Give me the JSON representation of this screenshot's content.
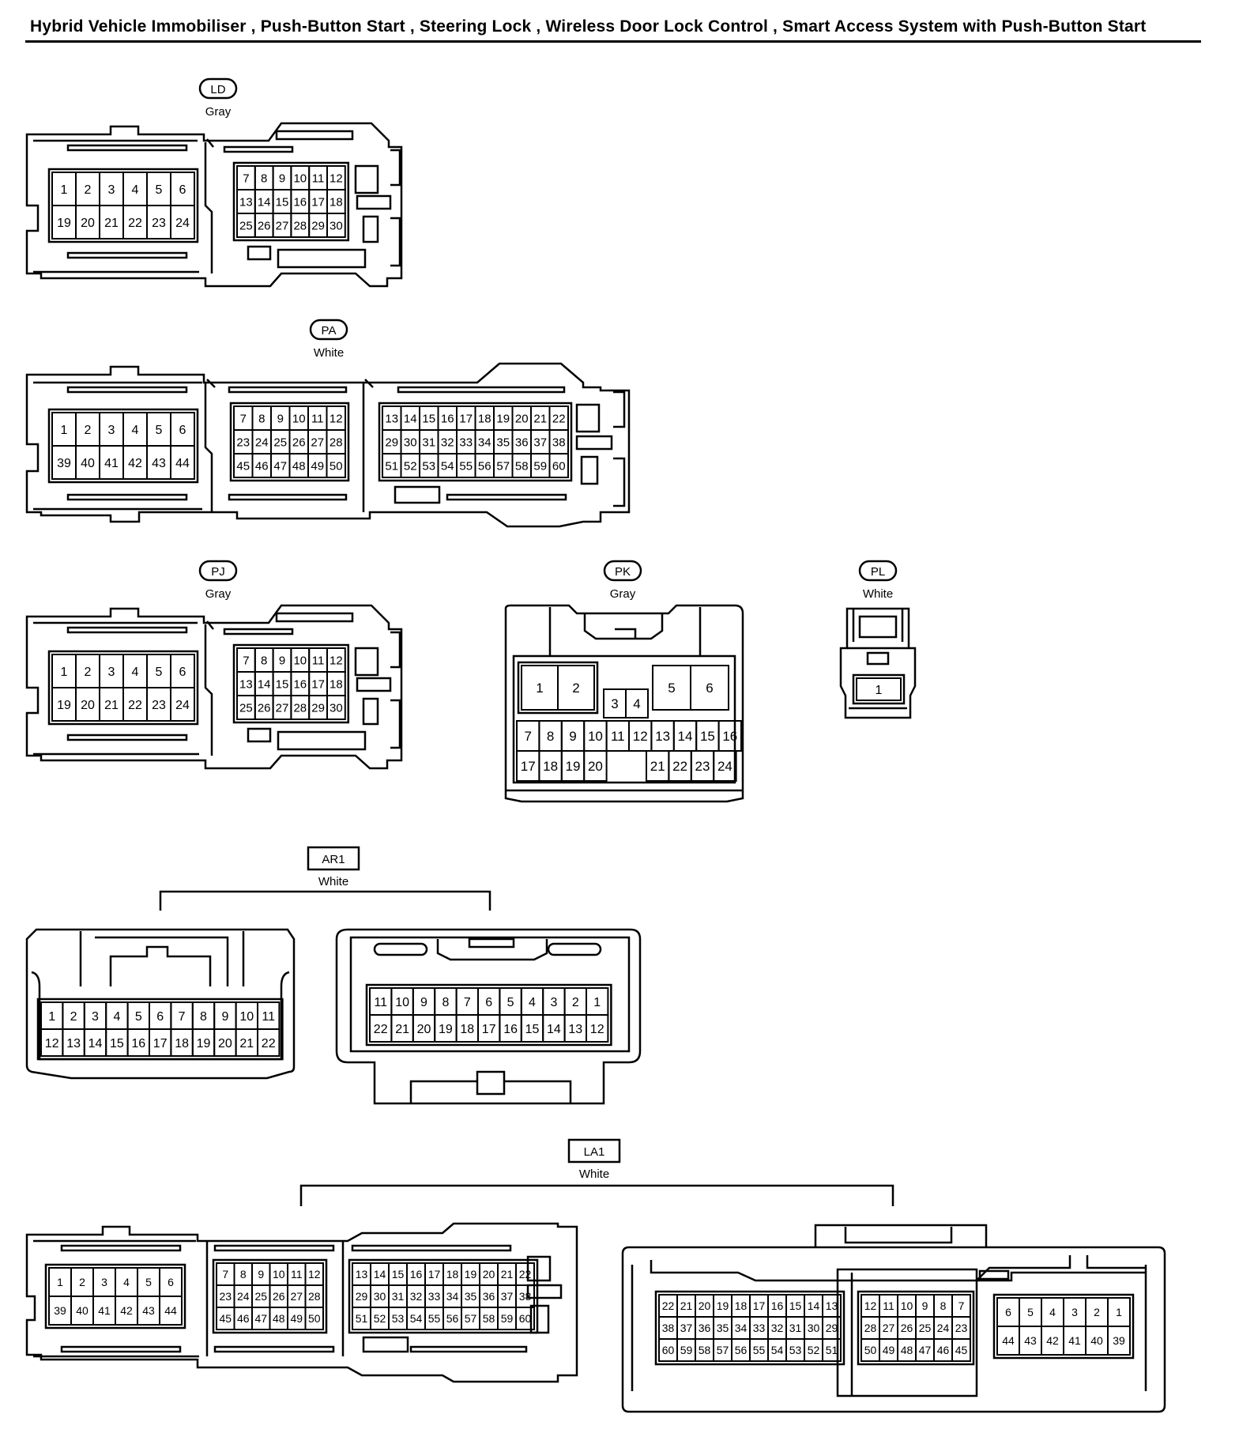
{
  "title": "Hybrid Vehicle Immobiliser , Push-Button Start , Steering Lock , Wireless Door Lock Control , Smart Access System with Push-Button Start",
  "connectors": {
    "LD": {
      "code": "LD",
      "color": "Gray",
      "pins": [
        [
          1,
          2,
          3,
          4,
          5,
          6
        ],
        [
          19,
          20,
          21,
          22,
          23,
          24
        ],
        [
          7,
          8,
          9,
          10,
          11,
          12
        ],
        [
          13,
          14,
          15,
          16,
          17,
          18
        ],
        [
          25,
          26,
          27,
          28,
          29,
          30
        ]
      ]
    },
    "PA": {
      "code": "PA",
      "color": "White",
      "pins": [
        [
          1,
          2,
          3,
          4,
          5,
          6
        ],
        [
          39,
          40,
          41,
          42,
          43,
          44
        ],
        [
          7,
          8,
          9,
          10,
          11,
          12
        ],
        [
          23,
          24,
          25,
          26,
          27,
          28
        ],
        [
          45,
          46,
          47,
          48,
          49,
          50
        ],
        [
          13,
          14,
          15,
          16,
          17,
          18,
          19,
          20,
          21,
          22
        ],
        [
          29,
          30,
          31,
          32,
          33,
          34,
          35,
          36,
          37,
          38
        ],
        [
          51,
          52,
          53,
          54,
          55,
          56,
          57,
          58,
          59,
          60
        ]
      ]
    },
    "PJ": {
      "code": "PJ",
      "color": "Gray",
      "pins": [
        [
          1,
          2,
          3,
          4,
          5,
          6
        ],
        [
          19,
          20,
          21,
          22,
          23,
          24
        ],
        [
          7,
          8,
          9,
          10,
          11,
          12
        ],
        [
          13,
          14,
          15,
          16,
          17,
          18
        ],
        [
          25,
          26,
          27,
          28,
          29,
          30
        ]
      ]
    },
    "PK": {
      "code": "PK",
      "color": "Gray",
      "pins": [
        [
          1,
          2
        ],
        [
          3,
          4
        ],
        [
          5,
          6
        ],
        [
          7,
          8,
          9,
          10,
          11,
          12,
          13,
          14,
          15,
          16
        ],
        [
          17,
          18,
          19,
          20
        ],
        [
          21,
          22,
          23,
          24
        ]
      ]
    },
    "PL": {
      "code": "PL",
      "color": "White",
      "pins": [
        [
          1
        ]
      ]
    },
    "AR1": {
      "code": "AR1",
      "color": "White",
      "pins": [
        [
          1,
          2,
          3,
          4,
          5,
          6,
          7,
          8,
          9,
          10,
          11
        ],
        [
          12,
          13,
          14,
          15,
          16,
          17,
          18,
          19,
          20,
          21,
          22
        ],
        [
          11,
          10,
          9,
          8,
          7,
          6,
          5,
          4,
          3,
          2,
          1
        ],
        [
          22,
          21,
          20,
          19,
          18,
          17,
          16,
          15,
          14,
          13,
          12
        ]
      ]
    },
    "LA1": {
      "code": "LA1",
      "color": "White",
      "pins": [
        [
          1,
          2,
          3,
          4,
          5,
          6
        ],
        [
          39,
          40,
          41,
          42,
          43,
          44
        ],
        [
          7,
          8,
          9,
          10,
          11,
          12
        ],
        [
          23,
          24,
          25,
          26,
          27,
          28
        ],
        [
          45,
          46,
          47,
          48,
          49,
          50
        ],
        [
          13,
          14,
          15,
          16,
          17,
          18,
          19,
          20,
          21,
          22
        ],
        [
          29,
          30,
          31,
          32,
          33,
          34,
          35,
          36,
          37,
          38
        ],
        [
          51,
          52,
          53,
          54,
          55,
          56,
          57,
          58,
          59,
          60
        ],
        [
          22,
          21,
          20,
          19,
          18,
          17,
          16,
          15,
          14,
          13
        ],
        [
          38,
          37,
          36,
          35,
          34,
          33,
          32,
          31,
          30,
          29
        ],
        [
          60,
          59,
          58,
          57,
          56,
          55,
          54,
          53,
          52,
          51
        ],
        [
          12,
          11,
          10,
          9,
          8,
          7
        ],
        [
          28,
          27,
          26,
          25,
          24,
          23
        ],
        [
          50,
          49,
          48,
          47,
          46,
          45
        ],
        [
          6,
          5,
          4,
          3,
          2,
          1
        ],
        [
          44,
          43,
          42,
          41,
          40,
          39
        ]
      ]
    }
  }
}
